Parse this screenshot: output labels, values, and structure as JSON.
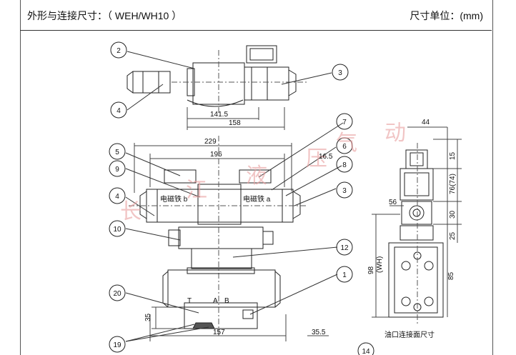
{
  "header": {
    "title": "外形与连接尺寸：（ WEH/WH10 ）",
    "unit": "尺寸单位：(mm)"
  },
  "balloons": {
    "b1": "1",
    "b2": "2",
    "b3": "3",
    "b4": "4",
    "b5": "5",
    "b6": "6",
    "b7": "7",
    "b8": "8",
    "b9": "9",
    "b10": "10",
    "b12": "12",
    "b14": "14",
    "b19": "19",
    "b20": "20"
  },
  "dimensions": {
    "d141_5": "141.5",
    "d158": "158",
    "d229": "229",
    "d196": "196",
    "d16_5": "16.5",
    "d157": "157",
    "d35_5": "35.5",
    "d35": "35",
    "d44": "44",
    "d15": "15",
    "d76": "76(74)",
    "d56": "56",
    "d30": "30",
    "d25": "25",
    "d98": "98",
    "d98sub": "(WH)",
    "d85": "85"
  },
  "coil_labels": {
    "left": "电磁铁 b",
    "right": "电磁铁 a"
  },
  "port_labels": {
    "a": "A",
    "b": "B",
    "t": "T"
  },
  "caption": "油口连接面尺寸",
  "watermark": [
    "长",
    "江",
    "液",
    "压",
    "气",
    "动"
  ]
}
